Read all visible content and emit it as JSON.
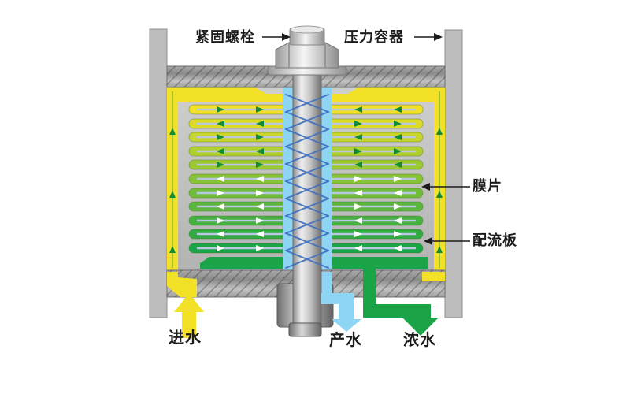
{
  "diagram": {
    "callouts": {
      "tighten_bolt": "紧固螺栓",
      "pressure_vessel": "压力容器",
      "membrane": "膜片",
      "distribution_plate": "配流板"
    },
    "flows": {
      "feed": "进水",
      "product": "产水",
      "concentrate": "浓水"
    },
    "colors": {
      "feed_yellow": "#f2e126",
      "concentrate_green": "#1ba447",
      "product_blue": "#8ed5f4",
      "lacing_blue": "#3f6fbe",
      "membrane_line": "#b9c7e2",
      "vessel_gray": "#bdbdbd",
      "label_ink": "#1c1c1c"
    }
  }
}
